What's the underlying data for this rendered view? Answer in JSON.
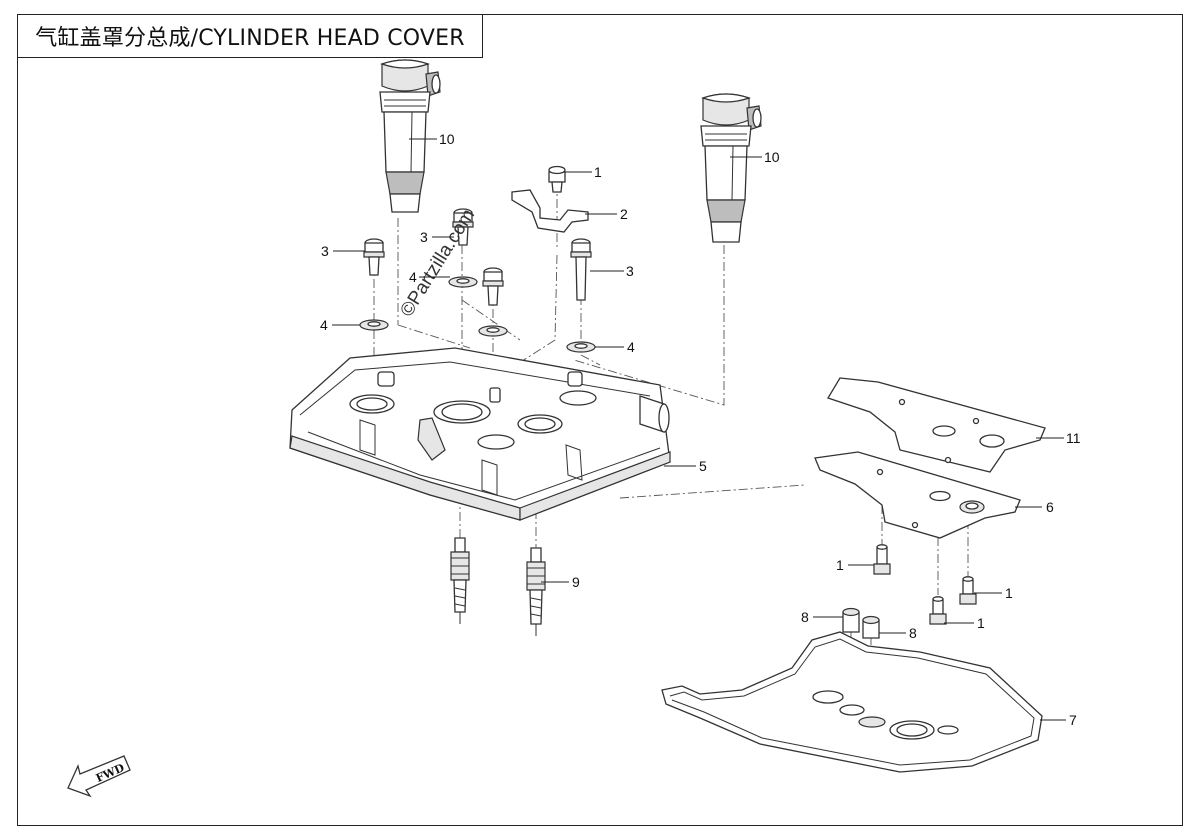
{
  "title": "气缸盖罩分总成/CYLINDER HEAD COVER",
  "watermark": "©Partzilla.com",
  "fwd_label": "FWD",
  "callouts": [
    {
      "id": "c-10a",
      "num": "10"
    },
    {
      "id": "c-10b",
      "num": "10"
    },
    {
      "id": "c-1a",
      "num": "1"
    },
    {
      "id": "c-2",
      "num": "2"
    },
    {
      "id": "c-3a",
      "num": "3"
    },
    {
      "id": "c-3b",
      "num": "3"
    },
    {
      "id": "c-3c",
      "num": "3"
    },
    {
      "id": "c-4a",
      "num": "4"
    },
    {
      "id": "c-4b",
      "num": "4"
    },
    {
      "id": "c-4c",
      "num": "4"
    },
    {
      "id": "c-5",
      "num": "5"
    },
    {
      "id": "c-11",
      "num": "11"
    },
    {
      "id": "c-6",
      "num": "6"
    },
    {
      "id": "c-9",
      "num": "9"
    },
    {
      "id": "c-1b",
      "num": "1"
    },
    {
      "id": "c-1c",
      "num": "1"
    },
    {
      "id": "c-1d",
      "num": "1"
    },
    {
      "id": "c-8a",
      "num": "8"
    },
    {
      "id": "c-8b",
      "num": "8"
    },
    {
      "id": "c-7",
      "num": "7"
    }
  ]
}
